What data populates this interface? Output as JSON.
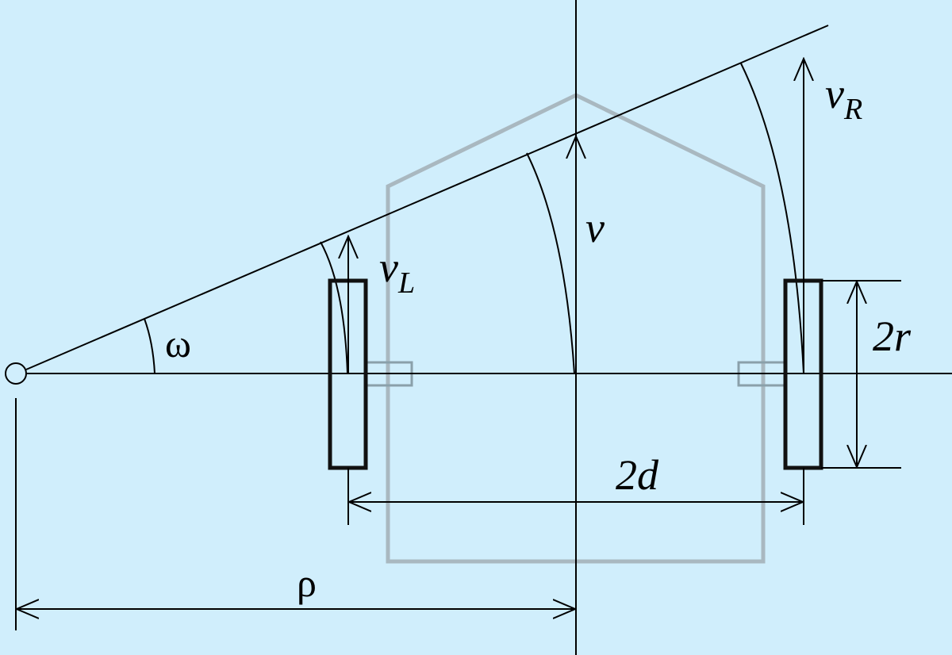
{
  "labels": {
    "v": "v",
    "v_left_main": "v",
    "v_left_sub": "L",
    "v_right_main": "v",
    "v_right_sub": "R",
    "omega": "ω",
    "two_r": "2r",
    "two_d": "2d",
    "rho": "ρ"
  },
  "colors": {
    "background": "#d0eefc",
    "lines": "#000000",
    "robot_outline": "#a9b8c0",
    "wheels": "#111111"
  }
}
